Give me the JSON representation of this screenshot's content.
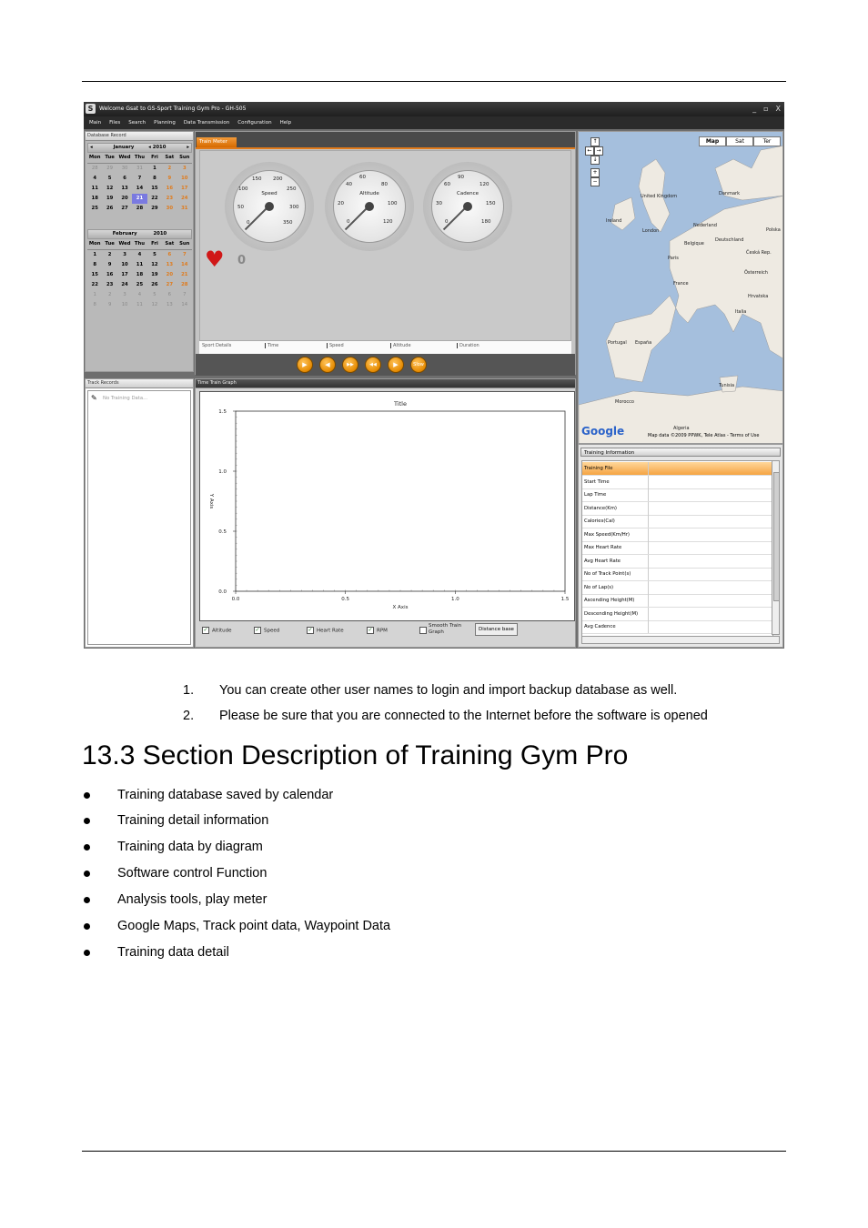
{
  "app": {
    "title": "Welcome Gsat to GS-Sport Training Gym Pro - GH-505",
    "window_buttons": [
      "_",
      "▫",
      "X"
    ],
    "menu": [
      "Main",
      "Files",
      "Search",
      "Planning",
      "Data Transmission",
      "Configuration",
      "Help"
    ]
  },
  "database_record": {
    "header": "Database Record",
    "weekday_headers": [
      "Mon",
      "Tue",
      "Wed",
      "Thu",
      "Fri",
      "Sat",
      "Sun"
    ],
    "january": {
      "month": "January",
      "year": "2010",
      "days": [
        "28",
        "29",
        "30",
        "31",
        "1",
        "2",
        "3",
        "4",
        "5",
        "6",
        "7",
        "8",
        "9",
        "10",
        "11",
        "12",
        "13",
        "14",
        "15",
        "16",
        "17",
        "18",
        "19",
        "20",
        "21",
        "22",
        "23",
        "24",
        "25",
        "26",
        "27",
        "28",
        "29",
        "30",
        "31"
      ],
      "selected": "21"
    },
    "february": {
      "month": "February",
      "year": "2010",
      "days": [
        "1",
        "2",
        "3",
        "4",
        "5",
        "6",
        "7",
        "8",
        "9",
        "10",
        "11",
        "12",
        "13",
        "14",
        "15",
        "16",
        "17",
        "18",
        "19",
        "20",
        "21",
        "22",
        "23",
        "24",
        "25",
        "26",
        "27",
        "28",
        "1",
        "2",
        "3",
        "4",
        "5",
        "6",
        "7",
        "8",
        "9",
        "10",
        "11",
        "12",
        "13",
        "14"
      ]
    }
  },
  "train_meter": {
    "tab": "Train Meter",
    "gauges": [
      {
        "label": "Speed",
        "ticks": [
          "150",
          "200",
          "100",
          "250",
          "50",
          "300",
          "0",
          "350"
        ]
      },
      {
        "label": "Altitude",
        "ticks": [
          "60",
          "40",
          "80",
          "20",
          "100",
          "0",
          "120"
        ]
      },
      {
        "label": "Cadence",
        "ticks": [
          "90",
          "60",
          "120",
          "30",
          "150",
          "0",
          "180"
        ]
      }
    ],
    "heart_rate_value": "0",
    "info_fields": [
      "Sport Details",
      "Time",
      "Speed",
      "Altitude",
      "Duration"
    ],
    "play_buttons": [
      "▶",
      "◀",
      "▶▶",
      "◀◀",
      "▶",
      "Slow"
    ]
  },
  "track_records": {
    "header": "Track Records",
    "empty_text": "No Training Data..."
  },
  "time_train_graph": {
    "header": "Time Train Graph",
    "checkboxes": [
      {
        "label": "Altitude",
        "checked": true
      },
      {
        "label": "Speed",
        "checked": true
      },
      {
        "label": "Heart Rate",
        "checked": true
      },
      {
        "label": "RPM",
        "checked": true
      },
      {
        "label": "Smooth Train Graph",
        "checked": false
      }
    ],
    "distance_button": "Distance base"
  },
  "chart_data": {
    "type": "line",
    "title": "Title",
    "xlabel": "X Axis",
    "ylabel": "Y Axis",
    "xlim": [
      0.0,
      1.5
    ],
    "ylim": [
      0.0,
      1.5
    ],
    "x_ticks": [
      "0.0",
      "0.5",
      "1.0",
      "1.5"
    ],
    "y_ticks": [
      "0.0",
      "0.5",
      "1.0",
      "1.5"
    ],
    "series": []
  },
  "map": {
    "tabs": [
      "Map",
      "Sat",
      "Ter"
    ],
    "controls": [
      "↑",
      "←",
      "→",
      "↓",
      "+",
      "−"
    ],
    "places": [
      "United Kingdom",
      "Ireland",
      "Danmark",
      "Nederland",
      "Belgique",
      "Deutschland",
      "France",
      "Italia",
      "Portugal",
      "España",
      "Morocco",
      "Algeria",
      "Tunisia",
      "Česká Rep.",
      "Österreich",
      "Hrvatska",
      "Polska",
      "Paris",
      "London"
    ],
    "logo": "Google",
    "attribution": "Map data ©2009 PPWK, Tele Atlas - Terms of Use"
  },
  "training_information": {
    "header": "Training Information",
    "rows": [
      "Training File",
      "Start Time",
      "Lap Time",
      "Distance(Km)",
      "Calories(Cal)",
      "Max Speed(Km/Hr)",
      "Max Heart Rate",
      "Avg Heart Rate",
      "No of Track Point(s)",
      "No of Lap(s)",
      "Ascending Height(M)",
      "Descending Height(M)",
      "Avg Cadence"
    ]
  },
  "notes": [
    {
      "num": "1.",
      "text": "You can create other user names to login and import backup database as well."
    },
    {
      "num": "2.",
      "text": "Please be sure that you are connected to the Internet before the software is opened"
    }
  ],
  "section_title": "13.3 Section Description of Training Gym Pro",
  "bullets": [
    "Training database saved by calendar",
    "Training detail information",
    "Training data by diagram",
    "Software control Function",
    "Analysis tools, play meter",
    "Google Maps, Track point data, Waypoint Data",
    "Training data detail"
  ]
}
